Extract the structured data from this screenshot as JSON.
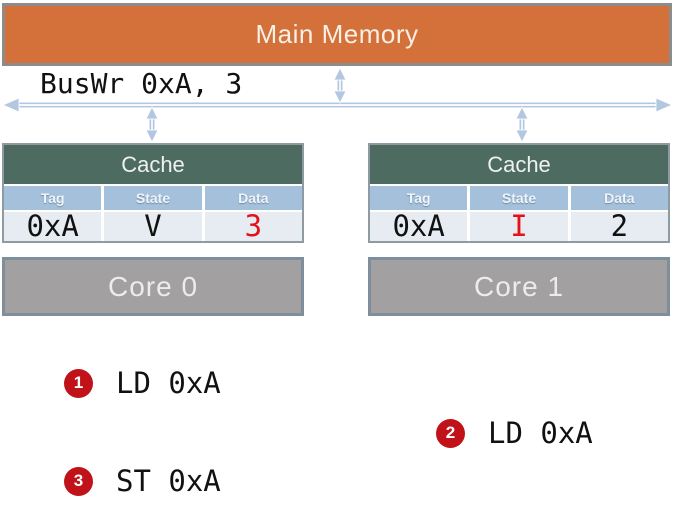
{
  "memory": {
    "label": "Main Memory"
  },
  "bus": {
    "label": "BusWr 0xA, 3"
  },
  "caches": [
    {
      "title": "Cache",
      "columns": {
        "tag": "Tag",
        "state": "State",
        "data": "Data"
      },
      "row": {
        "tag": "0xA",
        "state": "V",
        "data": "3"
      },
      "highlighted_cell": "data"
    },
    {
      "title": "Cache",
      "columns": {
        "tag": "Tag",
        "state": "State",
        "data": "Data"
      },
      "row": {
        "tag": "0xA",
        "state": "I",
        "data": "2"
      },
      "highlighted_cell": "state"
    }
  ],
  "cores": [
    {
      "label": "Core 0"
    },
    {
      "label": "Core 1"
    }
  ],
  "operations": [
    {
      "number": "1",
      "label": "LD 0xA"
    },
    {
      "number": "2",
      "label": "LD 0xA"
    },
    {
      "number": "3",
      "label": "ST 0xA"
    }
  ],
  "colors": {
    "memory-fill": "#d4713b",
    "memory-border": "#8c8c8c",
    "cache-header": "#4e6b61",
    "column-header": "#a4c0db",
    "row-bg": "#e7ecf2",
    "cache-border": "#8f9aa3",
    "core-fill": "#a3a0a1",
    "core-border": "#7e8e9d",
    "arrow": "#b3c8e0",
    "badge-red": "#c1121a",
    "value-red": "#e31219"
  }
}
